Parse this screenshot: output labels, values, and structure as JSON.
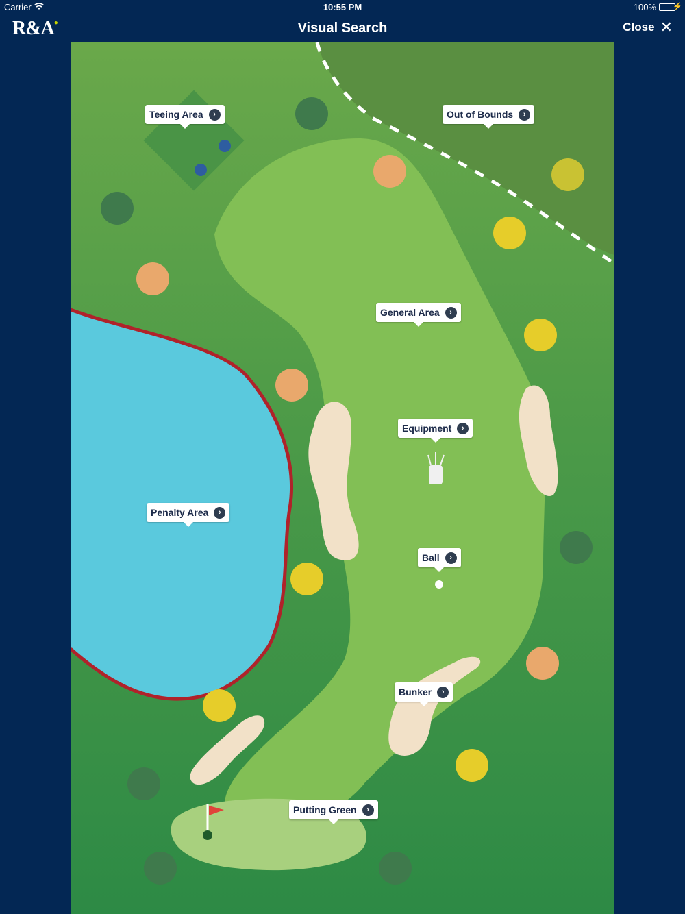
{
  "status_bar": {
    "carrier": "Carrier",
    "time": "10:55 PM",
    "battery": "100%"
  },
  "nav": {
    "logo": "R&A",
    "title": "Visual Search",
    "close_label": "Close",
    "close_icon": "close-x-icon"
  },
  "hotspots": [
    {
      "id": "teeing-area",
      "label": "Teeing Area"
    },
    {
      "id": "out-of-bounds",
      "label": "Out of Bounds"
    },
    {
      "id": "general-area",
      "label": "General Area"
    },
    {
      "id": "equipment",
      "label": "Equipment"
    },
    {
      "id": "penalty-area",
      "label": "Penalty Area"
    },
    {
      "id": "ball",
      "label": "Ball"
    },
    {
      "id": "bunker",
      "label": "Bunker"
    },
    {
      "id": "putting-green",
      "label": "Putting Green"
    }
  ],
  "hotspot_icon": "chevron-right-circle-icon",
  "colors": {
    "background": "#032754",
    "rough": "#3e8f45",
    "fairway": "#82bf55",
    "water": "#5ac9dd",
    "penalty_line": "#b0222a",
    "sand": "#f2e1c8",
    "green": "#a8d07e",
    "out_of_bounds": "#5a8f41"
  }
}
